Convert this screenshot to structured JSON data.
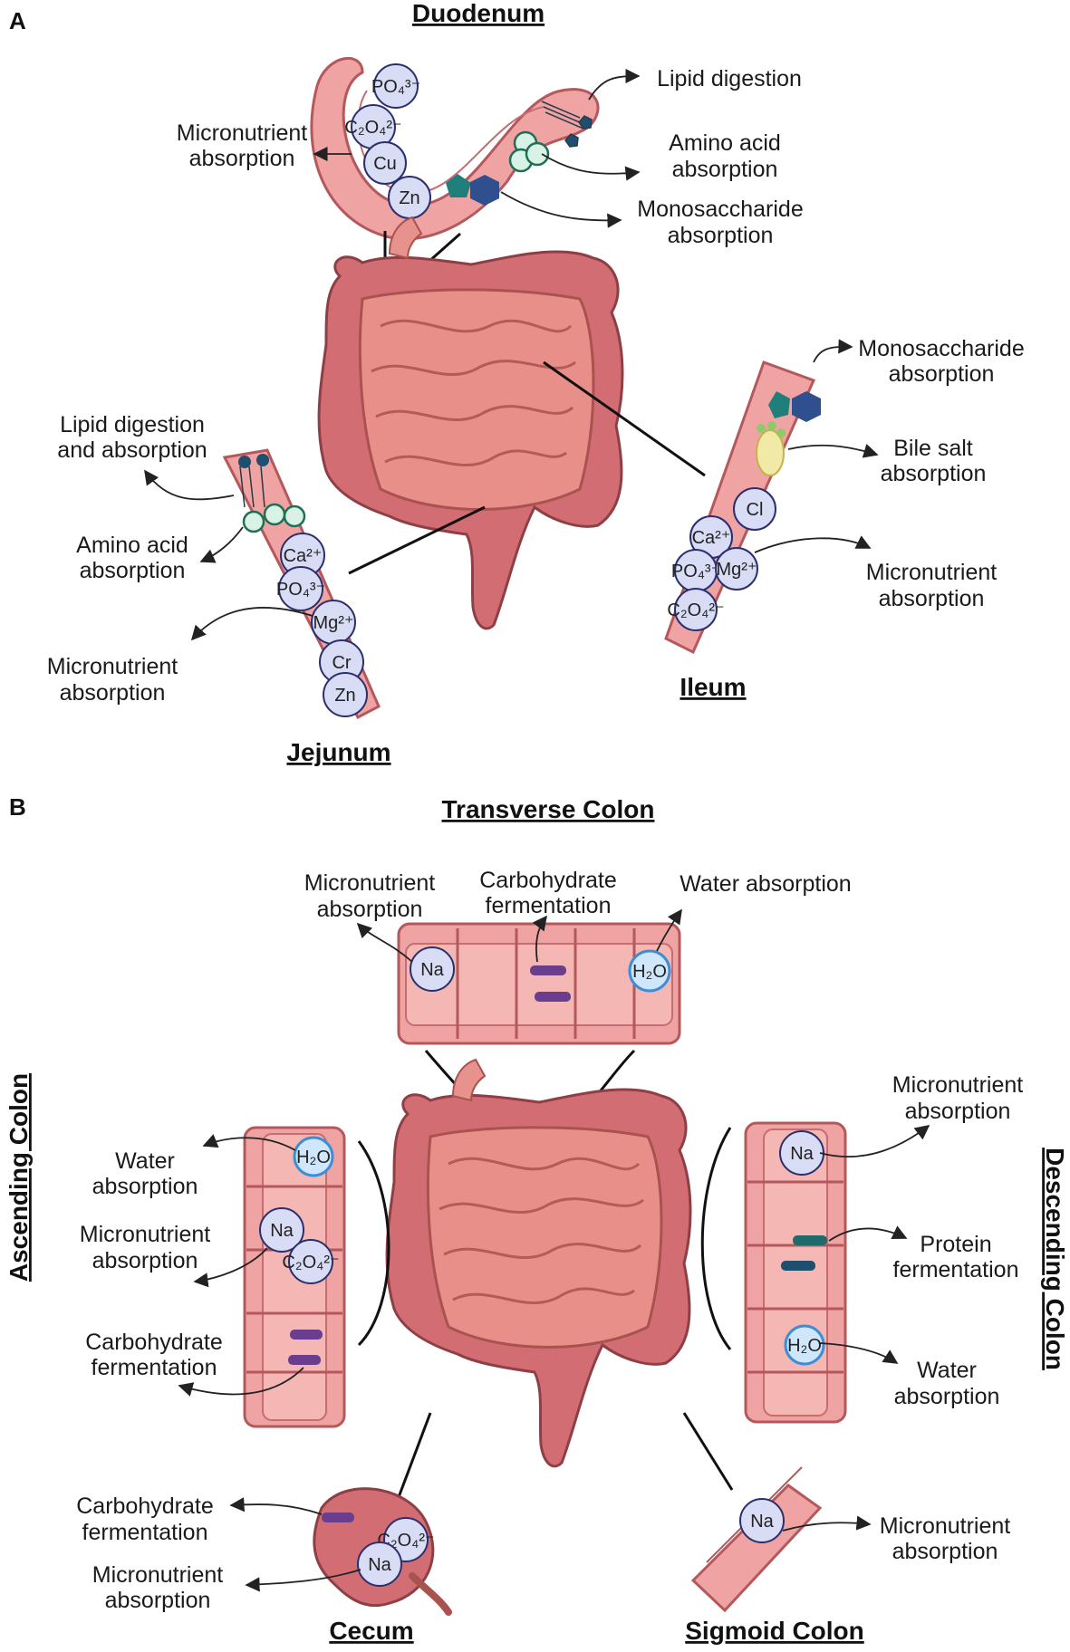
{
  "panels": {
    "a": "A",
    "b": "B"
  },
  "titles": {
    "duodenum": "Duodenum",
    "jejunum": "Jejunum",
    "ileum": "Ileum",
    "transverse": "Transverse Colon",
    "ascending": "Ascending Colon",
    "descending": "Descending Colon",
    "cecum": "Cecum",
    "sigmoid": "Sigmoid Colon"
  },
  "duodenum": {
    "lipid": "Lipid digestion",
    "amino": [
      "Amino acid",
      "absorption"
    ],
    "mono": [
      "Monosaccharide",
      "absorption"
    ],
    "micro": [
      "Micronutrient",
      "absorption"
    ],
    "ions": [
      "PO₄³⁻",
      "C₂O₄²⁻",
      "Cu",
      "Zn"
    ]
  },
  "jejunum": {
    "lipid": [
      "Lipid digestion",
      "and absorption"
    ],
    "amino": [
      "Amino acid",
      "absorption"
    ],
    "micro": [
      "Micronutrient",
      "absorption"
    ],
    "ions": [
      "Ca²⁺",
      "PO₄³⁻",
      "Mg²⁺",
      "Cr",
      "Zn"
    ]
  },
  "ileum": {
    "mono": [
      "Monosaccharide",
      "absorption"
    ],
    "bile": [
      "Bile salt",
      "absorption"
    ],
    "micro": [
      "Micronutrient",
      "absorption"
    ],
    "ions": [
      "Cl",
      "Ca²⁺",
      "PO₄³⁻",
      "Mg²⁺",
      "C₂O₄²⁻"
    ]
  },
  "transverse": {
    "micro": [
      "Micronutrient",
      "absorption"
    ],
    "carb": [
      "Carbohydrate",
      "fermentation"
    ],
    "water": "Water absorption",
    "ions": [
      "Na",
      "H₂O"
    ]
  },
  "ascending": {
    "water": [
      "Water",
      "absorption"
    ],
    "micro": [
      "Micronutrient",
      "absorption"
    ],
    "carb": [
      "Carbohydrate",
      "fermentation"
    ],
    "ions": [
      "H₂O",
      "Na",
      "C₂O₄²⁻"
    ]
  },
  "descending": {
    "micro": [
      "Micronutrient",
      "absorption"
    ],
    "protein": [
      "Protein",
      "fermentation"
    ],
    "water": [
      "Water",
      "absorption"
    ],
    "ions": [
      "Na",
      "H₂O"
    ]
  },
  "cecum": {
    "carb": [
      "Carbohydrate",
      "fermentation"
    ],
    "micro": [
      "Micronutrient",
      "absorption"
    ],
    "ions": [
      "C₂O₄²⁻",
      "Na"
    ]
  },
  "sigmoid": {
    "micro": [
      "Micronutrient",
      "absorption"
    ],
    "ions": [
      "Na"
    ]
  },
  "colors": {
    "tissue": "#e88f8a",
    "colon": "#d26e73",
    "ion": "#d8dcf4",
    "water": "#cfe6fb",
    "monosaccharide_teal": "#1f7f7a",
    "monosaccharide_blue": "#2f4f8f",
    "amino_acid": "#d9f2e6",
    "bacteria_carb": "#6a3d8f",
    "bacteria_protein": "#1f6a6a"
  }
}
